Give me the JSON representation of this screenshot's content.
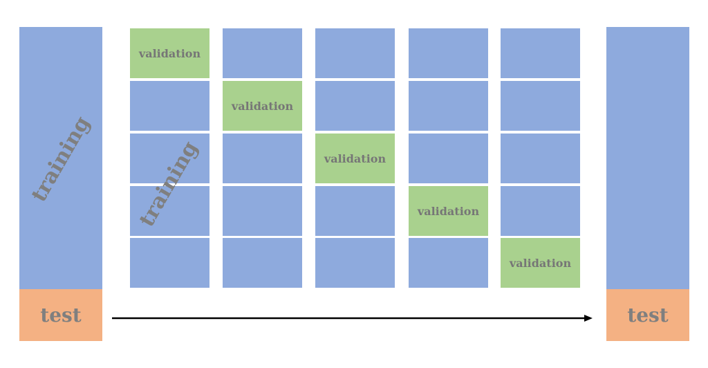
{
  "left_column": {
    "training_label": "training",
    "test_label": "test"
  },
  "grid": {
    "rows": 5,
    "cols": 5,
    "validation_label": "validation",
    "training_label": "training",
    "validation_positions": [
      [
        0,
        0
      ],
      [
        1,
        1
      ],
      [
        2,
        2
      ],
      [
        3,
        3
      ],
      [
        4,
        4
      ]
    ]
  },
  "right_column": {
    "test_label": "test"
  },
  "colors": {
    "training": "#8eaadd",
    "validation": "#a9d18e",
    "test": "#f4b183",
    "label_text": "#7f7f7f",
    "arrow": "#000000"
  }
}
